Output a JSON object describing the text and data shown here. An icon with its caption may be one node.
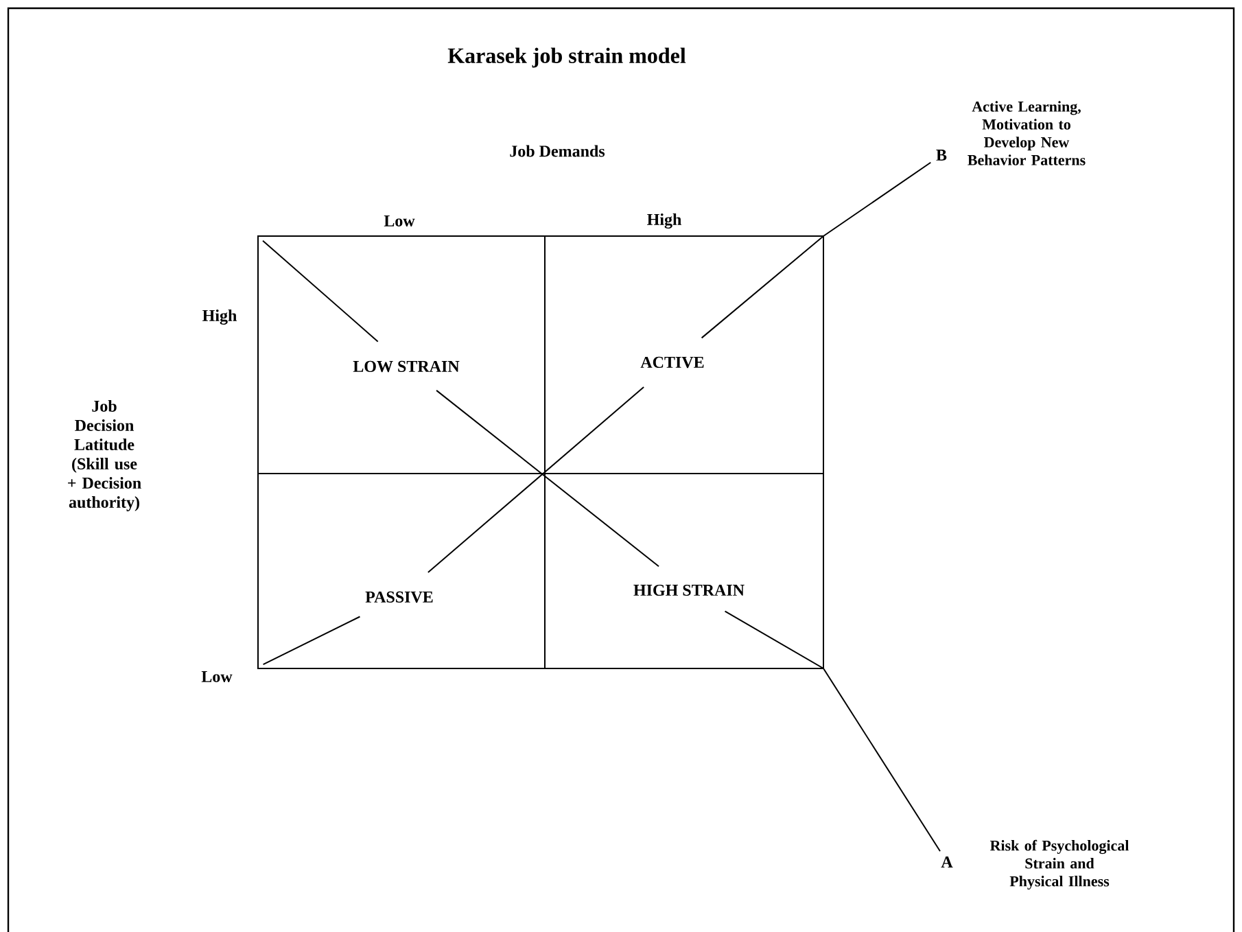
{
  "diagram": {
    "title": "Karasek job strain model",
    "nodes": [
      {
        "text": [
          "LOW STRAIN"
        ]
      },
      {
        "text": [
          "ACTIVE"
        ]
      },
      {
        "text": [
          "PASSIVE"
        ]
      },
      {
        "text": [
          "HIGH STRAIN"
        ]
      },
      {
        "text": [
          "B"
        ],
        "beside": [
          "Active Learning, Motivation to Develop New Behavior Patterns"
        ]
      },
      {
        "text": [
          "A"
        ],
        "beside": [
          "Risk of Psychological Strain and Physical Illness"
        ]
      }
    ],
    "edges": [
      {
        "from": 0,
        "to": 3,
        "arrow": "none"
      },
      {
        "from": 2,
        "to": 1,
        "arrow": "none"
      },
      {
        "from": 1,
        "to": 4,
        "arrow": "none"
      },
      {
        "from": 3,
        "to": 5,
        "arrow": "none"
      },
      {
        "from": null,
        "to": 0,
        "arrow": "none"
      },
      {
        "from": null,
        "to": 2,
        "arrow": "none"
      }
    ],
    "labels": [
      "Job Demands",
      "Low",
      "High",
      "High",
      "Job Decision Latitude (Skill use + Decision authority)",
      "Low"
    ]
  }
}
